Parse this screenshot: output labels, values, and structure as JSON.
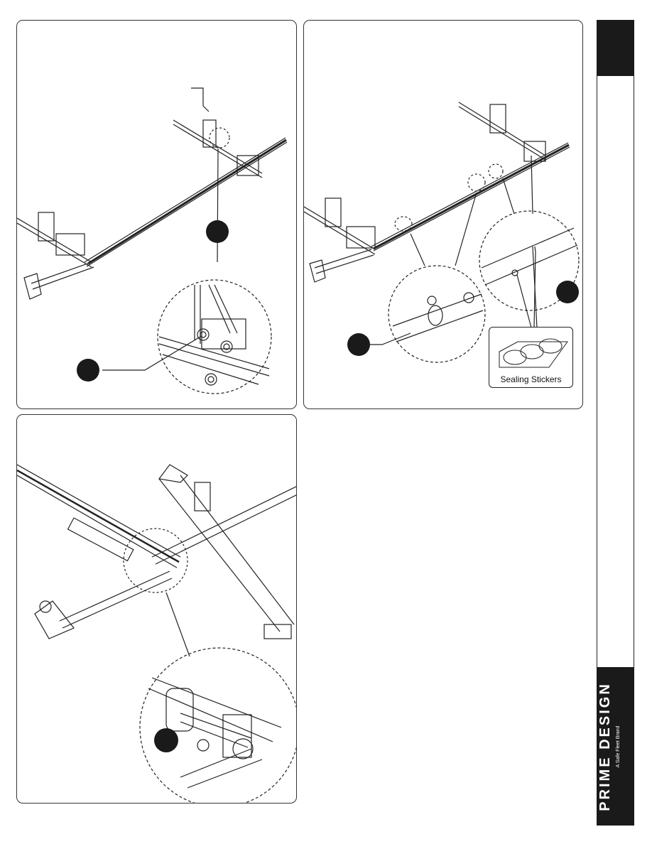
{
  "callout": {
    "sticker_label": "Sealing Stickers"
  },
  "brand": {
    "name": "PRIME DESIGN",
    "tagline": "A Safe Fleet Brand"
  },
  "colors": {
    "ink": "#111111",
    "badge": "#1a1a1a",
    "paper": "#ffffff"
  }
}
